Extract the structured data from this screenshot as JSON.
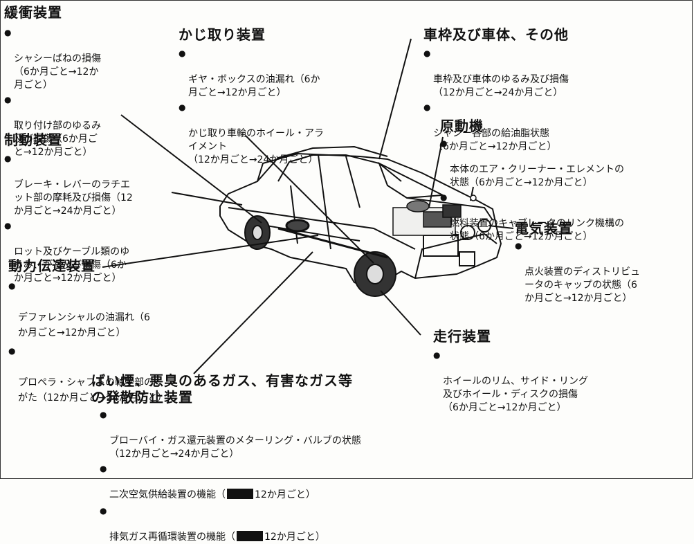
{
  "sections": {
    "kanshou": {
      "title": "緩衝装置",
      "items": [
        "シャシーばねの損傷\n（6か月ごと→12か\n月ごと）",
        "取り付け部のゆるみ\n及び損傷（6か月ご\nと→12か月ごと）"
      ]
    },
    "kajitori": {
      "title": "かじ取り装置",
      "items": [
        "ギヤ・ボックスの油漏れ（6か\n月ごと→12か月ごと）",
        "かじ取り車輪のホイール・アラ\nイメント\n（12か月ごと→24か月ごと）"
      ]
    },
    "shawaku": {
      "title": "車枠及び車体、その他",
      "items": [
        "車枠及び車体のゆるみ及び損傷\n（12か月ごと→24か月ごと）",
        "シャシー各部の給油脂状態\n（6か月ごと→12か月ごと）"
      ]
    },
    "gendouki": {
      "title": "原動機",
      "items": [
        "本体のエア・クリーナー・エレメントの\n状態（6か月ごと→12か月ごと）",
        "燃料装置のキャブレータのリンク機構の\n状態（6か月ごと→12か月ごと）"
      ]
    },
    "seidou": {
      "title": "制動装置",
      "items": [
        "ブレーキ・レバーのラチエ\nット部の摩耗及び損傷（12\nか月ごと→24か月ごと）",
        "ロット及びケーブル類のゆ\nるみ、がた及び損傷（6か\nか月ごと→12か月ごと）"
      ]
    },
    "denki": {
      "title": "電気装置",
      "items": [
        "点火装置のディストリビュ\nータのキャップの状態（6\nか月ごと→12か月ごと）"
      ]
    },
    "douryoku": {
      "title": "動力伝達装置",
      "items": [
        "デファレンシャルの油漏れ（6\nか月ごと→12か月ごと）",
        "プロペラ・シャフトの軸受部の\nがた（12か月ごと→24か月ごと）"
      ]
    },
    "soukou": {
      "title": "走行装置",
      "items": [
        "ホイールのリム、サイド・リング\n及びホイール・ディスクの損傷\n（6か月ごと→12か月ごと）"
      ]
    },
    "haien": {
      "title_line1": "ばい煙、悪臭のあるガス、有害なガス等",
      "title_line2": "の発散防止装置",
      "item1": "ブローバイ・ガス還元装置のメターリング・バルブの状態",
      "item1_note": "（12か月ごと→24か月ごと）",
      "item2_prefix": "二次空気供給装置の機能（",
      "item2_suffix": "12か月ごと）",
      "item3_prefix": "排気ガス再循環装置の機能（",
      "item3_suffix": "12か月ごと）"
    }
  },
  "bullet_char": "●",
  "colors": {
    "ink": "#111111",
    "paper": "#fdfdfb"
  }
}
